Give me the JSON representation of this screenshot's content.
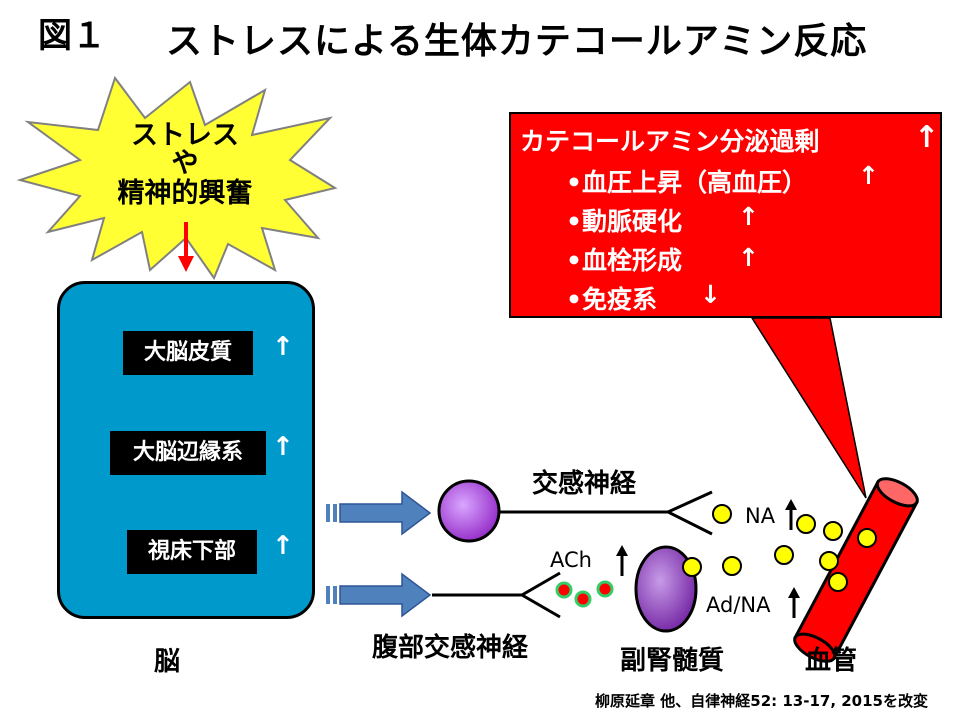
{
  "figure_label": "図１",
  "title": "ストレスによる生体カテコールアミン反応",
  "stressor": {
    "line1": "ストレス",
    "line2": "や",
    "line3": "精神的興奮"
  },
  "brain": {
    "label": "脳",
    "regions": [
      {
        "name": "大脳皮質",
        "change": "↑"
      },
      {
        "name": "大脳辺縁系",
        "change": "↑"
      },
      {
        "name": "視床下部",
        "change": "↑"
      }
    ]
  },
  "pathways": {
    "sympathetic_nerve": "交感神経",
    "splanchnic_nerve": "腹部交感神経",
    "adrenal_medulla": "副腎髄質",
    "blood_vessel": "血管"
  },
  "transmitters": {
    "ach": "ACh",
    "na": "NA",
    "ad_na": "Ad/NA",
    "up_arrow": "↑"
  },
  "effects": {
    "heading": "カテコールアミン分泌過剰",
    "heading_change": "↑",
    "items": [
      {
        "text": "•血圧上昇（高血圧）",
        "change": "↑"
      },
      {
        "text": "•動脈硬化",
        "change": "↑"
      },
      {
        "text": "•血栓形成",
        "change": "↑"
      },
      {
        "text": "•免疫系",
        "change": "↓"
      }
    ]
  },
  "citation": "柳原延章 他、自律神経52: 13-17, 2015を改変",
  "colors": {
    "burst": "#ffff33",
    "brain_box": "#0099cc",
    "callout": "#ff0000",
    "vessel": "#ff0000",
    "vessel_end": "#ff6666",
    "neuron": "#9933cc",
    "transmitter_dot": "#ffff00",
    "ach_dot": "#ff0000",
    "ach_ring": "#33cc66",
    "signal_arrow": "#4f81bd",
    "trigger_arrow": "#ff0000"
  }
}
